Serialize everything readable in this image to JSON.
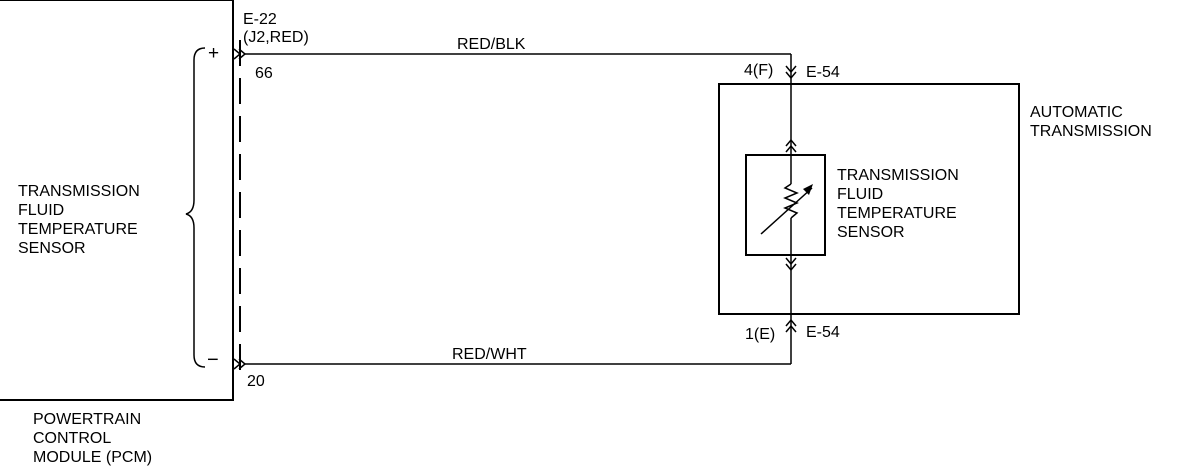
{
  "pcm": {
    "sensor_label": "TRANSMISSION\nFLUID\nTEMPERATURE\nSENSOR",
    "plus_sign": "+",
    "minus_sign": "−",
    "module_label": "POWERTRAIN\nCONTROL\nMODULE (PCM)"
  },
  "pcm_connector": {
    "id": "E-22",
    "detail": "(J2,RED)",
    "pin_top": "66",
    "pin_bottom": "20"
  },
  "wires": {
    "top_color": "RED/BLK",
    "bottom_color": "RED/WHT"
  },
  "transmission_connector": {
    "top_pin": "4(F)",
    "top_id": "E-54",
    "bottom_pin": "1(E)",
    "bottom_id": "E-54"
  },
  "transmission": {
    "label": "AUTOMATIC\nTRANSMISSION",
    "sensor_label": "TRANSMISSION\nFLUID\nTEMPERATURE\nSENSOR"
  }
}
